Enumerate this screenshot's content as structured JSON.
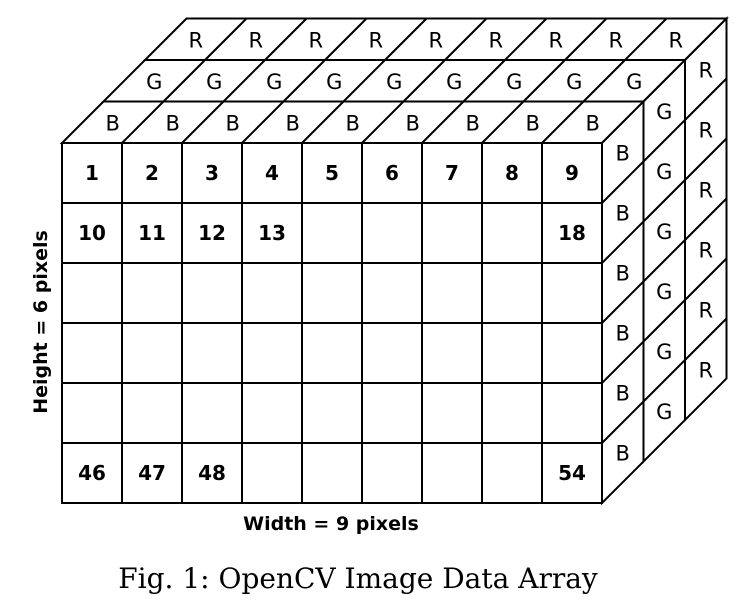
{
  "grid": {
    "columns": 9,
    "rows": 6,
    "cells": [
      [
        "1",
        "2",
        "3",
        "4",
        "5",
        "6",
        "7",
        "8",
        "9"
      ],
      [
        "10",
        "11",
        "12",
        "13",
        "",
        "",
        "",
        "",
        "18"
      ],
      [
        "",
        "",
        "",
        "",
        "",
        "",
        "",
        "",
        ""
      ],
      [
        "",
        "",
        "",
        "",
        "",
        "",
        "",
        "",
        ""
      ],
      [
        "",
        "",
        "",
        "",
        "",
        "",
        "",
        "",
        ""
      ],
      [
        "46",
        "47",
        "48",
        "",
        "",
        "",
        "",
        "",
        "54"
      ]
    ]
  },
  "channels": [
    "B",
    "G",
    "R"
  ],
  "width_label": "Width = 9 pixels",
  "height_label": "Height = 6 pixels",
  "caption": "Fig. 1: OpenCV Image Data Array",
  "colors": {
    "stroke": "#000000",
    "background": "#ffffff"
  }
}
